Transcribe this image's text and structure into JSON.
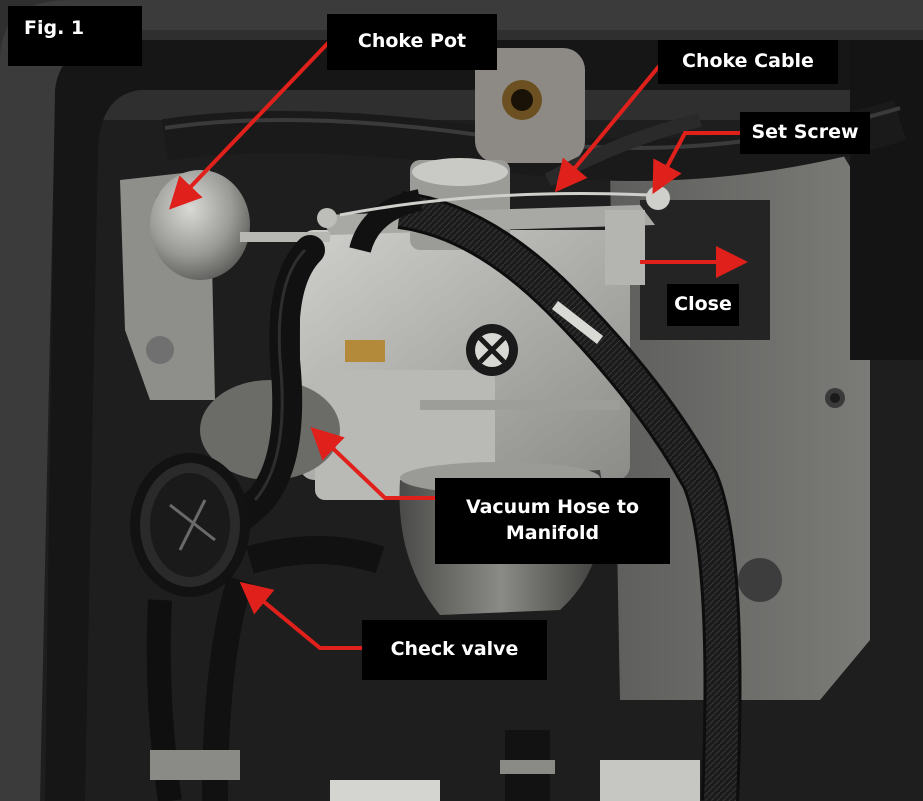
{
  "figure": {
    "fig_label": "Fig. 1",
    "callouts": {
      "choke_pot": "Choke Pot",
      "choke_cable": "Choke Cable",
      "set_screw": "Set Screw",
      "close": "Close",
      "vacuum_hose": "Vacuum Hose to\nManifold",
      "check_valve": "Check valve"
    },
    "arrow_color": "#e0201b",
    "label_bg": "#000000",
    "label_text_color": "#ffffff"
  }
}
